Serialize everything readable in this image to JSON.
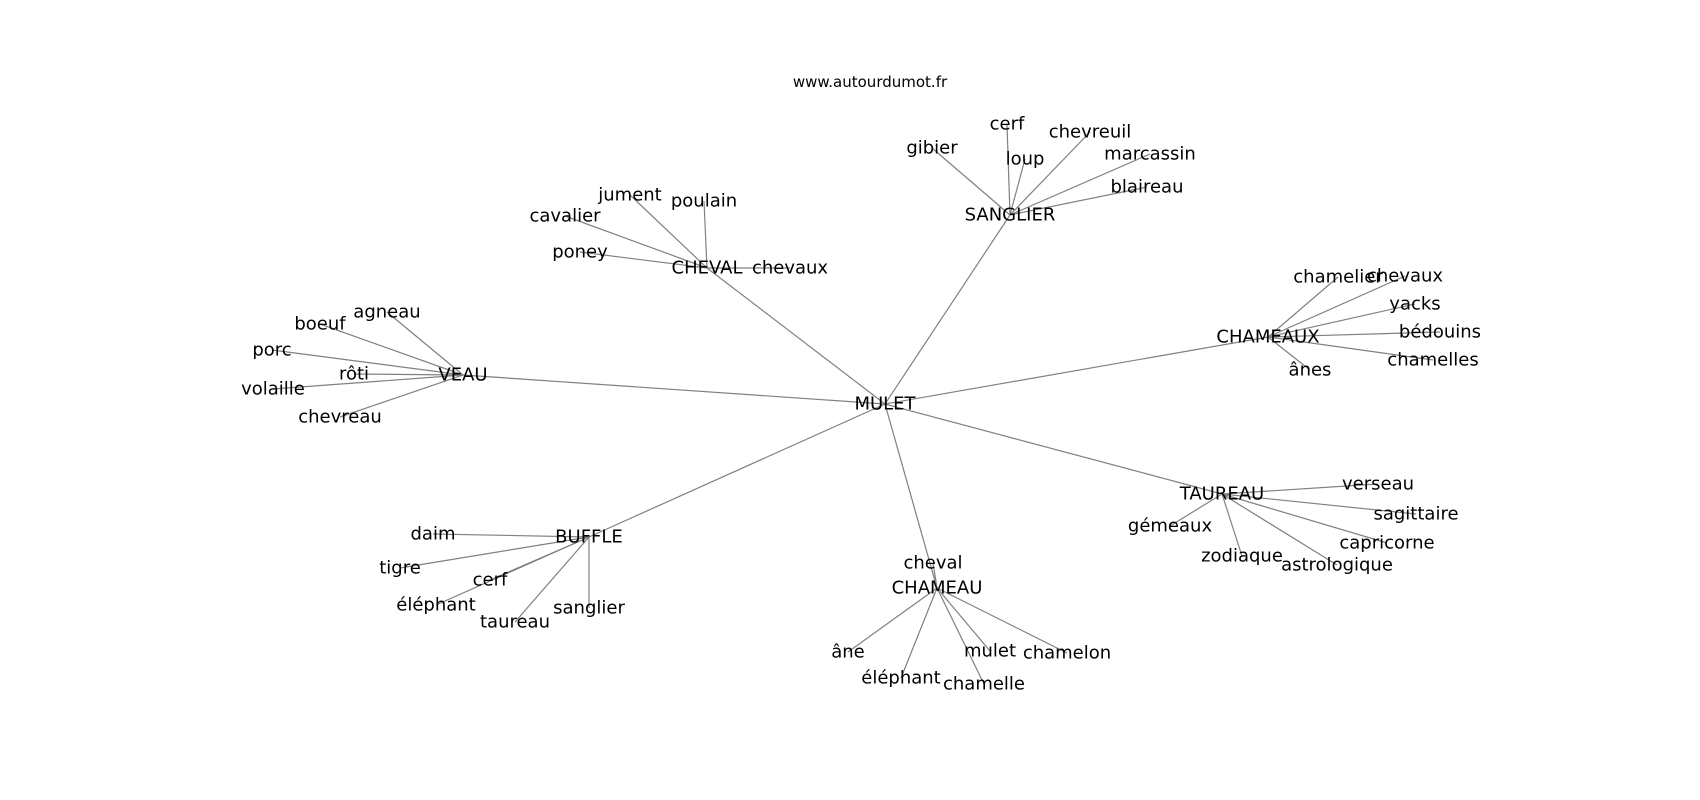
{
  "site": "www.autourdumot.fr",
  "root": "MULET",
  "hubs": [
    {
      "label": "CHEVAL",
      "words": [
        "jument",
        "poulain",
        "cavalier",
        "poney",
        "chevaux"
      ]
    },
    {
      "label": "SANGLIER",
      "words": [
        "gibier",
        "cerf",
        "loup",
        "chevreuil",
        "marcassin",
        "blaireau"
      ]
    },
    {
      "label": "VEAU",
      "words": [
        "agneau",
        "boeuf",
        "porc",
        "rôti",
        "volaille",
        "chevreau"
      ]
    },
    {
      "label": "CHAMEAUX",
      "words": [
        "chamelier",
        "chevaux",
        "yacks",
        "bédouins",
        "chamelles",
        "ânes"
      ]
    },
    {
      "label": "TAUREAU",
      "words": [
        "verseau",
        "sagittaire",
        "gémeaux",
        "capricorne",
        "zodiaque",
        "astrologique"
      ]
    },
    {
      "label": "BUFFLE",
      "words": [
        "daim",
        "tigre",
        "cerf",
        "éléphant",
        "taureau",
        "sanglier"
      ]
    },
    {
      "label": "CHAMEAU",
      "words": [
        "cheval",
        "âne",
        "éléphant",
        "mulet",
        "chamelon",
        "chamelle"
      ]
    }
  ]
}
